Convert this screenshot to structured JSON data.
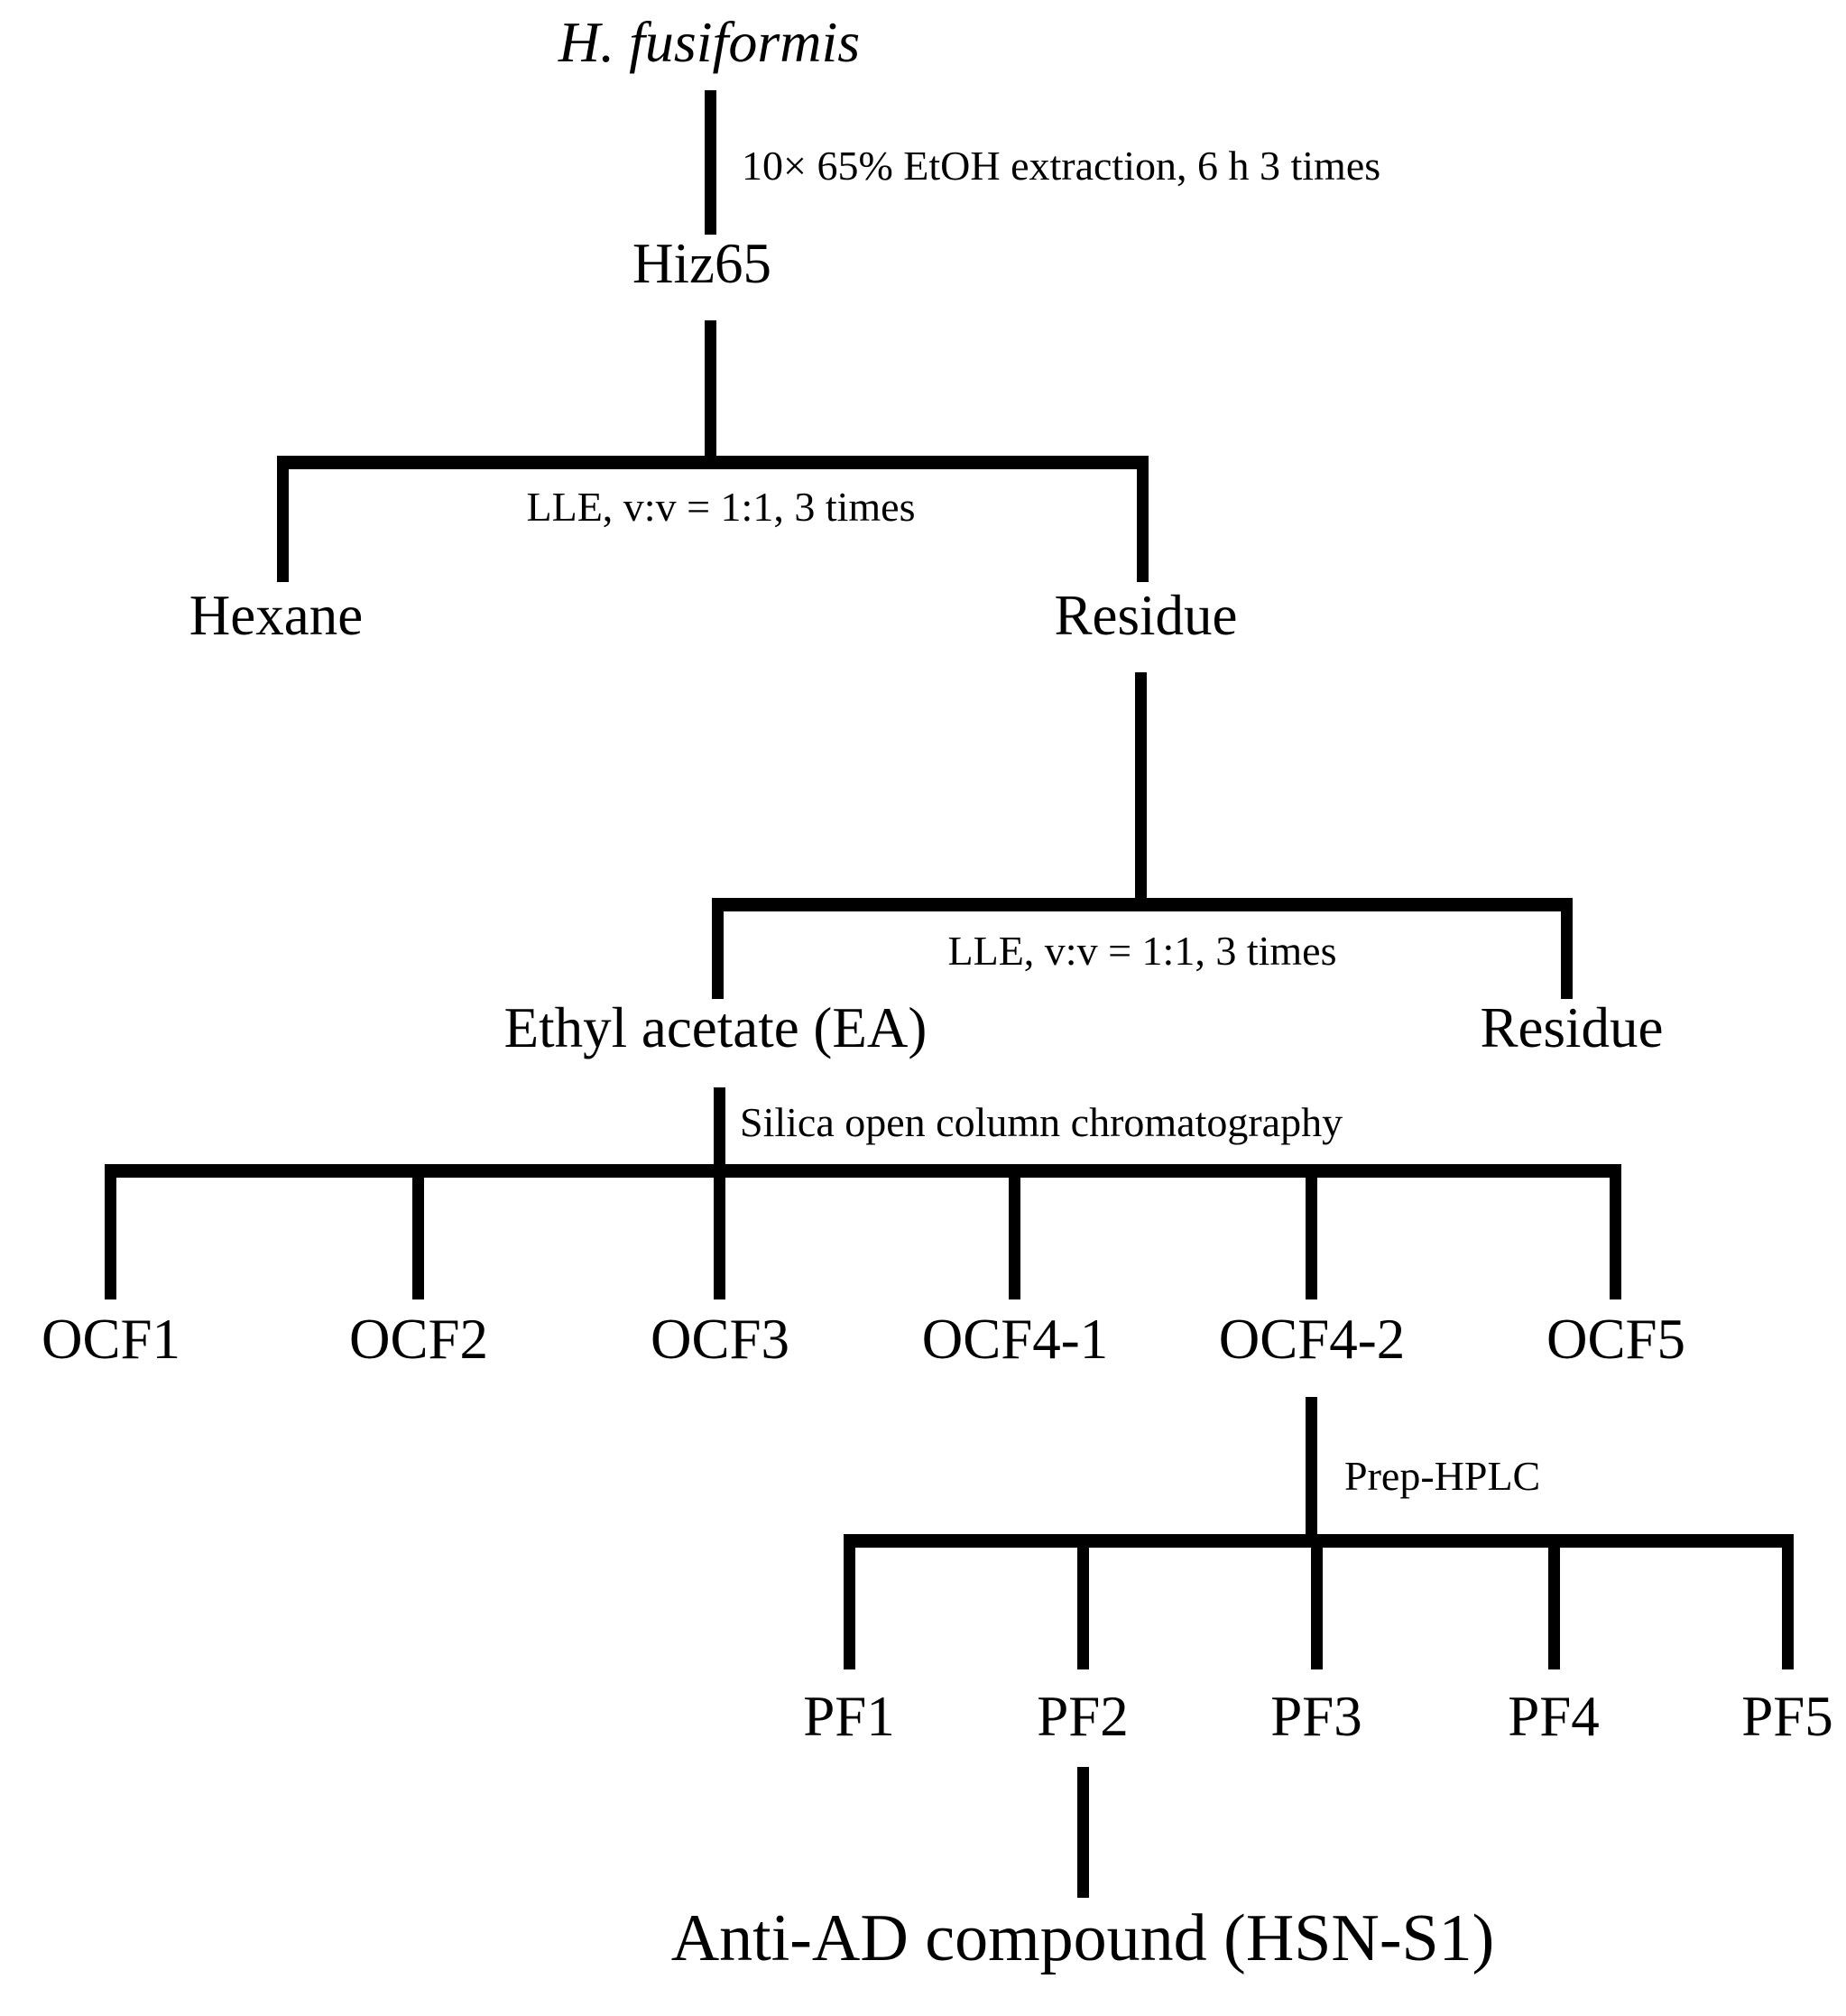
{
  "diagram": {
    "title": "H. fusiformis",
    "nodes": {
      "root": "Hiz65",
      "hexane": "Hexane",
      "residue1": "Residue",
      "ethyl_acetate": "Ethyl acetate (EA)",
      "residue2": "Residue",
      "final_compound": "Anti-AD compound (HSN-S1)"
    },
    "process_labels": {
      "extraction": "10× 65% EtOH extraction, 6 h 3 times",
      "lle1": "LLE, v:v = 1:1, 3 times",
      "lle2": "LLE, v:v = 1:1, 3 times",
      "silica_column": "Silica open column chromatography",
      "prep_hplc": "Prep-HPLC"
    },
    "ocf_fractions": [
      "OCF1",
      "OCF2",
      "OCF3",
      "OCF4-1",
      "OCF4-2",
      "OCF5"
    ],
    "pf_fractions": [
      "PF1",
      "PF2",
      "PF3",
      "PF4",
      "PF5"
    ],
    "colors": {
      "line": "#000000",
      "text": "#000000",
      "background": "#ffffff"
    }
  }
}
